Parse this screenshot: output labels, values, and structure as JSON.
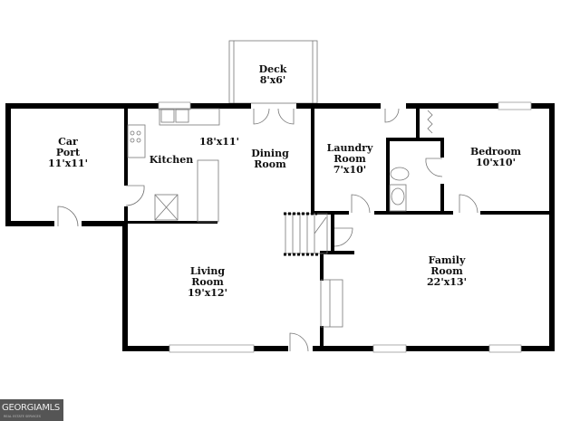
{
  "rooms": [
    {
      "id": "deck",
      "name": "Deck",
      "size": "8'x6'"
    },
    {
      "id": "car-port",
      "name": "Car Port",
      "lines": [
        "Car",
        "Port"
      ],
      "size": "11'x11'"
    },
    {
      "id": "kitchen",
      "name": "Kitchen",
      "size": "18'x11'"
    },
    {
      "id": "dining",
      "name": "Dining Room",
      "lines": [
        "Dining",
        "Room"
      ]
    },
    {
      "id": "laundry",
      "name": "Laundry Room",
      "lines": [
        "Laundry",
        "Room"
      ],
      "size": "7'x10'"
    },
    {
      "id": "bedroom",
      "name": "Bedroom",
      "size": "10'x10'"
    },
    {
      "id": "living",
      "name": "Living Room",
      "lines": [
        "Living",
        "Room"
      ],
      "size": "19'x12'"
    },
    {
      "id": "family",
      "name": "Family Room",
      "lines": [
        "Family",
        "Room"
      ],
      "size": "22'x13'"
    }
  ],
  "logo": {
    "text": "GEORGIAMLS",
    "tagline": "REAL ESTATE SERVICES"
  },
  "colors": {
    "wall": "#000000",
    "fixture": "#777777"
  }
}
